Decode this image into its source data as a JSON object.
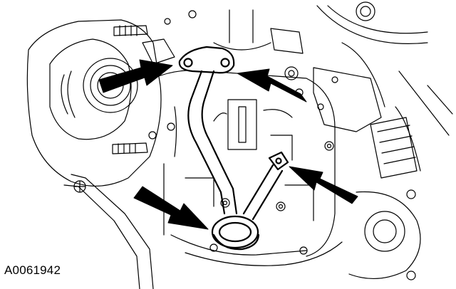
{
  "figure": {
    "id_label": "A0061942",
    "line_color": "#000000",
    "background_color": "#ffffff",
    "arrow_count": 4,
    "subject": "oil-pump-screen-and-pickup-tube"
  }
}
